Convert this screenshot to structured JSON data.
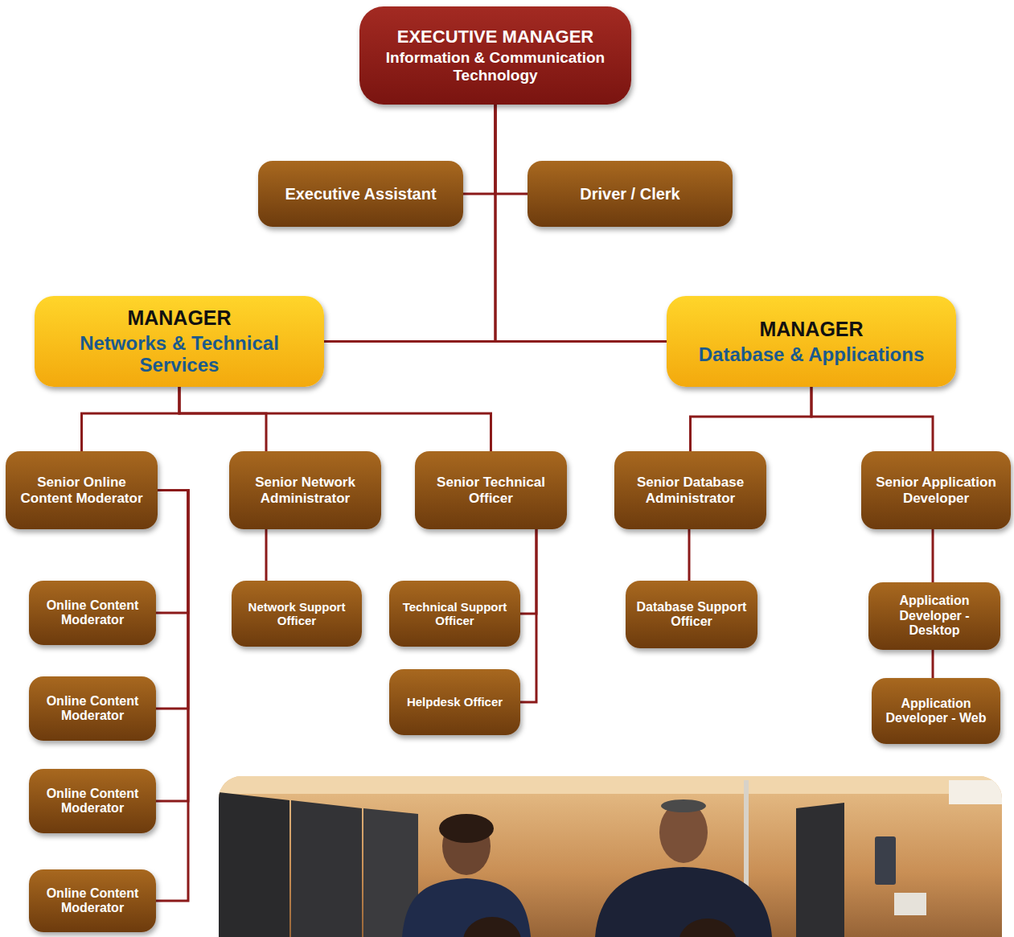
{
  "diagram": {
    "nodes": [
      {
        "text": [
          "EXECUTIVE MANAGER",
          "Information & Communication Technology"
        ]
      },
      {
        "text": [
          "Executive Assistant"
        ]
      },
      {
        "text": [
          "Driver / Clerk"
        ]
      },
      {
        "text": [
          "MANAGER",
          "Networks & Technical Services"
        ]
      },
      {
        "text": [
          "MANAGER",
          "Database & Applications"
        ]
      },
      {
        "text": [
          "Senior Online Content Moderator"
        ]
      },
      {
        "text": [
          "Senior Network Administrator"
        ]
      },
      {
        "text": [
          "Senior Technical Officer"
        ]
      },
      {
        "text": [
          "Senior Database Administrator"
        ]
      },
      {
        "text": [
          "Senior Application Developer"
        ]
      },
      {
        "text": [
          "Online Content Moderator"
        ]
      },
      {
        "text": [
          "Network Support Officer"
        ]
      },
      {
        "text": [
          "Technical Support Officer"
        ]
      },
      {
        "text": [
          "Database Support Officer"
        ]
      },
      {
        "text": [
          "Application Developer - Desktop"
        ]
      },
      {
        "text": [
          "Online Content Moderator"
        ]
      },
      {
        "text": [
          "Helpdesk Officer"
        ]
      },
      {
        "text": [
          "Application Developer - Web"
        ]
      },
      {
        "text": [
          "Online Content Moderator"
        ]
      },
      {
        "text": [
          "Online Content Moderator"
        ]
      }
    ],
    "edges": [
      {
        "from": 0,
        "to": 1,
        "arrow": "none"
      },
      {
        "from": 0,
        "to": 2,
        "arrow": "none"
      },
      {
        "from": 0,
        "to": 3,
        "arrow": "none"
      },
      {
        "from": 0,
        "to": 4,
        "arrow": "none"
      },
      {
        "from": 3,
        "to": 5,
        "arrow": "none"
      },
      {
        "from": 3,
        "to": 6,
        "arrow": "none"
      },
      {
        "from": 3,
        "to": 7,
        "arrow": "none"
      },
      {
        "from": 4,
        "to": 8,
        "arrow": "none"
      },
      {
        "from": 4,
        "to": 9,
        "arrow": "none"
      },
      {
        "from": 5,
        "to": 10,
        "arrow": "none"
      },
      {
        "from": 6,
        "to": 11,
        "arrow": "none"
      },
      {
        "from": 7,
        "to": 12,
        "arrow": "none"
      },
      {
        "from": 8,
        "to": 13,
        "arrow": "none"
      },
      {
        "from": 9,
        "to": 14,
        "arrow": "none"
      },
      {
        "from": 5,
        "to": 15,
        "arrow": "none"
      },
      {
        "from": 7,
        "to": 16,
        "arrow": "none"
      },
      {
        "from": 14,
        "to": 17,
        "arrow": "none"
      },
      {
        "from": 5,
        "to": 18,
        "arrow": "none"
      },
      {
        "from": 5,
        "to": 19,
        "arrow": "none"
      }
    ]
  }
}
